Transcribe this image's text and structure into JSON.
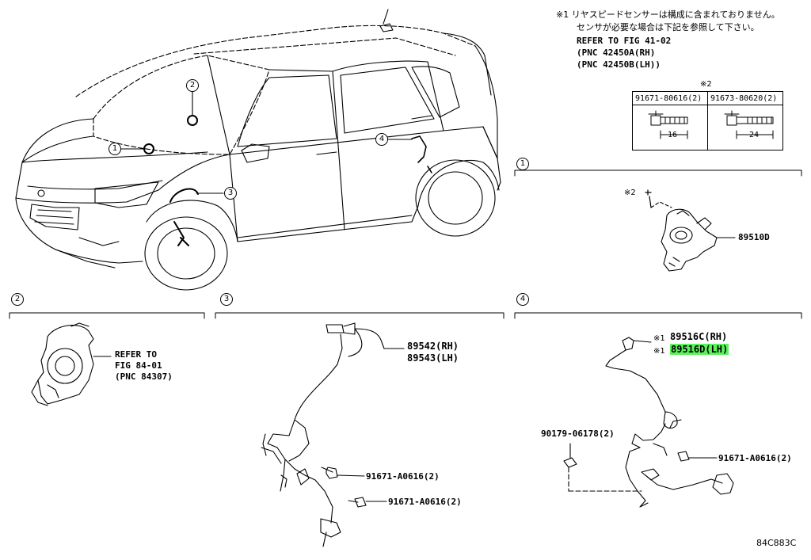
{
  "note": {
    "line1": "※1 リヤスピードセンサーは構成に含まれておりません。",
    "line2": "センサが必要な場合は下記を参照して下さい。",
    "line3": "REFER TO FIG 41-02",
    "line4": "(PNC 42450A(RH)",
    "line5": "(PNC 42450B(LH))"
  },
  "bolt_table": {
    "mark": "※2",
    "headers": [
      "91671-80616(2)",
      "91673-80620(2)"
    ],
    "dims": [
      "16",
      "24"
    ]
  },
  "callouts": {
    "c1": "1",
    "c2": "2",
    "c3": "3",
    "c4": "4"
  },
  "section1": {
    "num": "1",
    "bolt_mark": "※2",
    "part": "89510D"
  },
  "section2": {
    "num": "2",
    "ref1": "REFER TO",
    "ref2": "FIG 84-01",
    "ref3": "(PNC 84307)"
  },
  "section3": {
    "num": "3",
    "part_rh": "89542(RH)",
    "part_lh": "89543(LH)",
    "bolt1": "91671-A0616(2)",
    "bolt2": "91671-A0616(2)"
  },
  "section4": {
    "num": "4",
    "mark": "※1",
    "part_rh": "89516C(RH)",
    "part_lh": "89516D(LH)",
    "clip": "90179-06178(2)",
    "bolt": "91671-A0616(2)"
  },
  "figure_id": "84C883C"
}
